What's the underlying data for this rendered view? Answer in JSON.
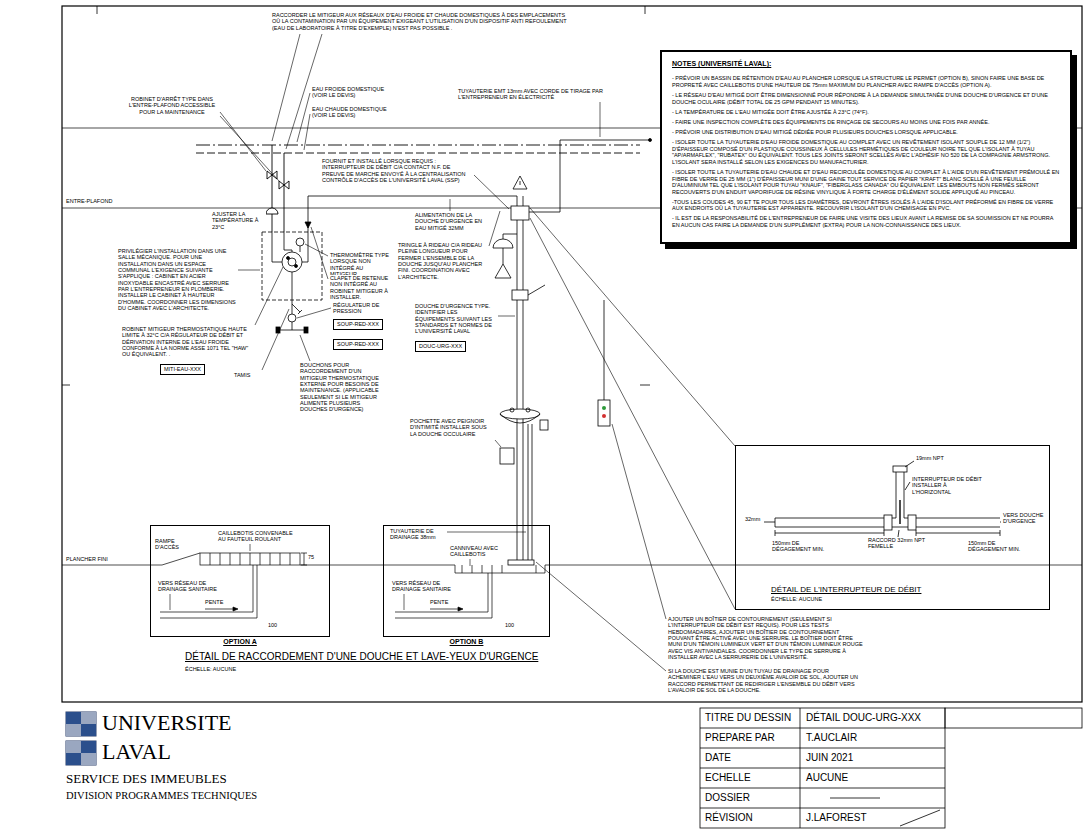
{
  "diagram": {
    "title": "DÉTAIL DE RACCORDEMENT D'UNE DOUCHE ET LAVE-YEUX D'URGENCE",
    "nodes": [
      {
        "text": [
          "NOTES (UNIVERSITÉ LAVAL):",
          "- PRÉVOIR UN BASSIN DE RÉTENTION D'EAU AU PLANCHER LORSQUE LA STRUCTURE LE PERMET (OPTION B), SINON FAIRE UNE BASE DE PROPRETÉ AVEC CAILLEBOTIS D'UNE HAUTEUR DE 75mm MAXIMUM DU PLANCHER AVEC RAMPE D'ACCÈS (OPTION A).",
          "- LE RÉSEAU D'EAU MITIGÉ DOIT ÊTRE DIMENSIONNÉ POUR RÉPONDRE À LA DEMANDE SIMULTANÉE D'UNE DOUCHE D'URGENCE ET D'UNE DOUCHE OCULAIRE (DÉBIT TOTAL DE 25 GPM PENDANT 15 MINUTES).",
          "- LA TEMPÉRATURE DE L'EAU MITIGÉE DOIT ÊTRE AJUSTÉE À 23°C (74°F).",
          "- FAIRE UNE INSPECTION COMPLÈTE DES ÉQUIPEMENTS DE RINÇAGE DE SECOURS AU MOINS UNE FOIS PAR ANNÉE.",
          "- PRÉVOIR UNE DISTRIBUTION D'EAU MITIGÉ DÉDIÉE POUR PLUSIEURS DOUCHES LORSQUE APPLICABLE.",
          "- ISOLER TOUTE LA TUYAUTERIE D'EAU FROIDE DOMESTIQUE AU COMPLET AVEC UN REVÊTEMENT ISOLANT SOUPLE DE 12 MM (1/2\") D'ÉPAISSEUR COMPOSÉ D'UN PLASTIQUE COUSSINEUX À CELLULES HERMÉTIQUES DE COULEUR NOIRE TEL QUE L'ISOLANT À TUYAU \"AP/ARMAFLEX\", \"RUBATEX\" OU ÉQUIVALENT. TOUS LES JOINTS SERONT SCELLÉS AVEC L'ADHÉSIF NO 520 DE LA COMPAGNIE ARMSTRONG. L'ISOLANT SERA INSTALLÉ SELON LES EXIGENCES DU MANUFACTURIER.",
          "- ISOLER TOUTE LA TUYAUTERIE D'EAU CHAUDE ET D'EAU RECIRCULÉE DOMESTIQUE AU COMPLET À L'AIDE D'UN REVÊTEMENT PRÉMOULÉ EN FIBRE DE VERRE DE 25 MM (1\") D'ÉPAISSEUR MUNI D'UNE GAINE TOUT SERVICE DE PAPIER \"KRAFT\" BLANC SCELLÉ À UNE FEUILLE D'ALUMINIUM TEL QUE L'ISOLANT POUR TUYAU \"KNAUF\", \"FIBERGLASS CANADA\" OU ÉQUIVALENT. LES EMBOUTS NON FERMÉS SERONT RECOUVERTS D'UN ENDUIT VAPORIFUGE DE RÉSINE VINYLIQUE À FORTE CHARGE D'ÉLÉMENT SOLIDE APPLIQUÉ AU PINCEAU.",
          "-TOUS LES COUDES 45, 90 ET TE POUR TOUS LES DIAMÈTRES, DEVRONT ÊTRES ISOLÉS À L'AIDE D'ISOLANT PRÉFORMÉ EN FIBRE DE VERRE AUX ENDROITS OÙ LA TUYAUTERIE EST APPARENTE. RECOUVRIR L'ISOLANT D'UN CHEMISAGE EN PVC.",
          "- IL EST DE LA RESPONSABILITÉ DE L'ENTREPRENEUR DE FAIRE UNE VISITE DES LIEUX AVANT LA REMISE DE SA SOUMISSION ET NE POURRA EN AUCUN CAS FAIRE LA DEMANDE D'UN SUPPLÉMENT (EXTRA) POUR LA NON-CONNAISSANCE DES LIEUX."
        ]
      },
      {
        "text": [
          "DÉTAIL DE L'INTERRUPTEUR DE DÉBIT",
          "ÉCHELLE: AUCUNE"
        ]
      },
      {
        "text": [
          "MITI-EAU-XXX"
        ]
      },
      {
        "text": [
          "SOUP-RED-XXX"
        ]
      },
      {
        "text": [
          "SOUP-RED-XXX"
        ]
      },
      {
        "text": [
          "DOUC-URG-XXX"
        ]
      },
      {
        "text": [
          "OPTION A"
        ]
      },
      {
        "text": [
          "OPTION B"
        ]
      }
    ],
    "labels": [
      "RACCORDER LE MITIGEUR AUX RÉSEAUX D'EAU FROIDE ET CHAUDE DOMESTIQUES À DES EMPLACEMENTS OÙ LA CONTAMINATION PAR UN ÉQUIPEMENT EXIGEANT L'UTILISATION D'UN DISPOSITIF ANTI REFOULEMENT (EAU DE LABORATOIRE À TITRE D'EXEMPLE) N'EST PAS POSSIBLE .",
      "ROBINET D'ARRÊT TYPE DANS L'ENTRE-PLAFOND ACCESSIBLE POUR LA MAINTENANCE",
      "EAU FROIDE DOMESTIQUE (VOIR LE DEVIS)",
      "EAU CHAUDE DOMESTIQUE (VOIR LE DEVIS)",
      "FOURNIT ET INSTALLÉ LORSQUE REQUIS : INTERRUPTEUR DE DÉBIT C/A CONTACT N.F. DE PREUVE DE MARCHE ENVOYÉ À LA CENTRALISATION CONTRÔLE D'ACCÈS DE L'UNIVERSITÉ LAVAL (SSP)",
      "TUYAUTERIE EMT 13mm AVEC CORDE DE TIRAGE PAR L'ENTREPRENEUR EN ÉLECTRICITÉ",
      "ENTRE-PLAFOND",
      "AJUSTER LA TEMPÉRATURE À 23°C",
      "ALIMENTATION DE LA DOUCHE D'URGENCE EN EAU MITIGÉ 32MM",
      "TRINGLE À RIDEAU C/A RIDEAU PLEINE LONGUEUR POUR FERMER L'ENSEMBLE DE LA DOUCHE JUSQU'AU PLANCHER FINI. COORDINATION AVEC L'ARCHITECTE.",
      "PRIVILÉGIER L'INSTALLATION DANS UNE SALLE MÉCANIQUE. POUR UNE INSTALLATION DANS UN ESPACE COMMUNAL L'EXIGENCE SUIVANTE S'APPLIQUE : CABINET EN ACIER INOXYDABLE ENCASTRÉ AVEC SERRURE PAR L'ENTREPRENEUR EN PLOMBERIE. INSTALLER LE CABINET À HAUTEUR D'HOMME. COORDONNER LES DIMENSIONS DU CABINET AVEC L'ARCHITECTE.",
      "THERMOMÈTRE TYPE LORSQUE NON INTÉGRÉ AU MITIGEUR.",
      "CLAPET DE RETENUE NON INTÉGRÉ AU ROBINET MITIGEUR À INSTALLER.",
      "RÉGULATEUR DE PRESSION",
      "ROBINET MITIGEUR THERMOSTATIQUE HAUTE LIMITE À 32°C C/A RÉGULATEUR DE DÉBIT ET DÉRIVATION INTERNE DE L'EAU FROIDE CONFORME À LA NORME ASSE 1071 TEL \"HAW\" OU ÉQUIVALENT. .",
      "TAMIS",
      "BOUCHONS POUR RACCORDEMENT D'UN MITIGEUR THERMOSTATIQUE EXTERNE POUR BESOINS DE MAINTENANCE. (APPLICABLE SEULEMENT SI LE MITIGEUR ALIMENTE PLUSIEURS DOUCHES D'URGENCE)",
      "DOUCHE D'URGENCE TYPE. IDENTIFIER LES ÉQUIPEMENTS SUIVANT LES STANDARDS ET NORMES DE L'UNIVERSITÉ LAVAL",
      "POCHETTE AVEC PEIGNOIR D'INTIMITÉ INSTALLER SOUS LA DOUCHE OCCULAIRE",
      "TUYAUTERIE DE DRAINAGE 38mm",
      "CAILLEBOTIS CONVENABLE AU FAUTEUIL ROULANT",
      "RAMPE D'ACCÈS",
      "75",
      "CANNIVEAU AVEC CAILLEBOTIS",
      "PLANCHER FINI",
      "VERS RÉSEAU DE DRAINAGE SANITAIRE",
      "PENTE",
      "100",
      "VERS RÉSEAU DE DRAINAGE SANITAIRE",
      "PENTE",
      "100",
      "ÉCHELLE: AUCUNE",
      "19mm NPT",
      "INTERRUPTEUR DE DÉBIT INSTALLER À L'HORIZONTAL",
      "32mm",
      "VERS DOUCHE D'URGENCE",
      "150mm DE DÉGAGEMENT MIN.",
      "150mm DE DÉGAGEMENT MIN.",
      "RACCORD 32mm NPT FEMELLE",
      "AJOUTER UN BOÎTIER DE CONTOURNEMENT (SEULEMENT SI L'INTERRUPTEUR DE DÉBIT EST REQUIS). POUR LES TESTS HEBDOMADAIRES, AJOUTER UN BOÎTIER DE CONTOURNEMENT POUVANT ÊTRE ACTIVÉ AVEC UNE SERRURE. LE BOÎTIER DOIT ÊTRE MUNI D'UN TÉMOIN LUMINEUX VERT ET D'UN TÉMOIN LUMINEUX ROUGE AVEC VIS ANTIVANDALES. COORDONNER LE TYPE DE SERRURE À INSTALLER AVEC LA SERRURERIE DE L'UNIVERSITÉ.",
      "SI LA DOUCHE EST MUNIE D'UN TUYAU DE DRAINAGE POUR ACHEMINER L'EAU VERS UN DEUXIÈME AVALOIR DE SOL, AJOUTER UN RACCORD PERMETTANT DE REDIRIGER L'ENSEMBLE DU DÉBIT VERS L'AVALOIR DE SOL DE LA DOUCHE.",
      "UNIVERSITE",
      "LAVAL",
      "SERVICE DES IMMEUBLES",
      "DIVISION PROGRAMMES TECHNIQUES",
      "TITRE DU DESSIN",
      "DÉTAIL DOUC-URG-XXX",
      "PREPARE PAR",
      "T.AUCLAIR",
      "DATE",
      "JUIN 2021",
      "ECHELLE",
      "AUCUNE",
      "DOSSIER",
      "RÉVISION",
      "J.LAFOREST"
    ]
  }
}
